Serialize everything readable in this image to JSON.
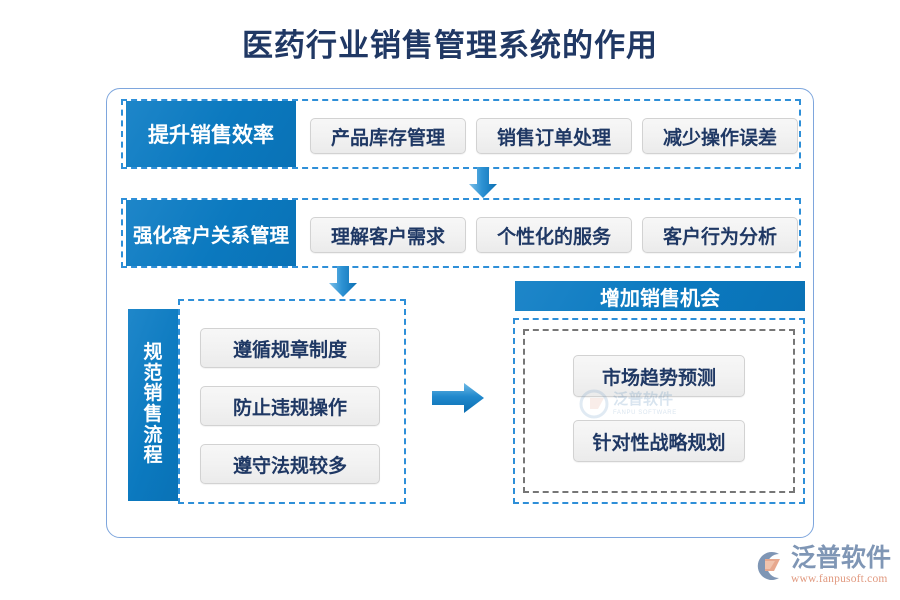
{
  "page": {
    "title": "医药行业销售管理系统的作用",
    "title_color": "#203864",
    "accent_blue": "#0b79bf",
    "dashed_blue": "#2e8fd8",
    "dashed_gray": "#767676",
    "box_text_color": "#1f3864"
  },
  "rows": [
    {
      "header": "提升销售效率",
      "items": [
        "产品库存管理",
        "销售订单处理",
        "减少操作误差"
      ]
    },
    {
      "header": "强化客户关系管理",
      "items": [
        "理解客户需求",
        "个性化的服务",
        "客户行为分析"
      ]
    }
  ],
  "bottom_left": {
    "header_chars": [
      "规",
      "范",
      "销",
      "售",
      "流",
      "程"
    ],
    "header_full": "规范销售流程",
    "items": [
      "遵循规章制度",
      "防止违规操作",
      "遵守法规较多"
    ]
  },
  "bottom_right": {
    "header": "增加销售机会",
    "items": [
      "市场趋势预测",
      "针对性战略规划"
    ]
  },
  "arrows": {
    "down_arrow_1": "arrow-down",
    "down_arrow_2": "arrow-down",
    "right_arrow": "arrow-right"
  },
  "watermark": {
    "cn": "泛普软件",
    "en": "FANPU SOFTWARE"
  },
  "logo": {
    "cn": "泛普软件",
    "url": "www.fanpusoft.com"
  }
}
